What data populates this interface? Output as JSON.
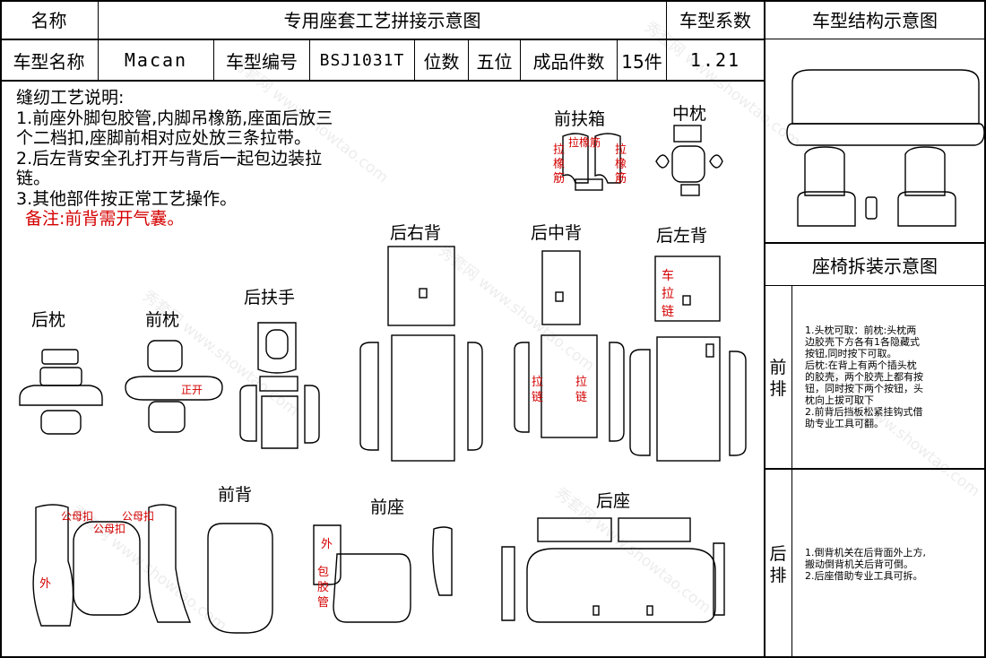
{
  "header": {
    "name_label": "名称",
    "title": "专用座套工艺拼接示意图",
    "factor_label": "车型系数",
    "structure_title": "车型结构示意图"
  },
  "info": {
    "model_name_label": "车型名称",
    "model_name": "Macan",
    "model_no_label": "车型编号",
    "model_no": "BSJ1031T",
    "seats_label": "位数",
    "seats": "五位",
    "pieces_label": "成品件数",
    "pieces": "15件",
    "factor": "1.21"
  },
  "notes": {
    "lines": [
      "缝纫工艺说明:",
      "1.前座外脚包胶管,内脚吊橡筋,座面后放三",
      "个二档扣,座脚前相对应处放三条拉带。",
      "2.后左背安全孔打开与背后一起包边装拉",
      "链。",
      "3.其他部件按正常工艺操作。"
    ],
    "remark": "备注:前背需开气囊。"
  },
  "parts": {
    "front_armrest": "前扶箱",
    "center_pillow": "中枕",
    "rear_right_back": "后右背",
    "rear_center_back": "后中背",
    "rear_left_back": "后左背",
    "rear_headrest": "后枕",
    "front_headrest": "前枕",
    "rear_armrest": "后扶手",
    "front_back": "前背",
    "front_seat": "前座",
    "rear_seat": "后座"
  },
  "annotations": {
    "elastic": "拉橡筋",
    "elastic_left": [
      "拉",
      "橡",
      "筋"
    ],
    "elastic_right": [
      "拉",
      "橡",
      "筋"
    ],
    "open_front": "正开",
    "zipper_vertical": [
      "拉",
      "链"
    ],
    "car_zip": [
      "车",
      "拉",
      "链"
    ],
    "snap": "公母扣",
    "outer": "外",
    "wrap_tube": [
      "包",
      "胶",
      "管"
    ]
  },
  "right_panel": {
    "disassembly_title": "座椅拆装示意图",
    "front_row_label": [
      "前",
      "排"
    ],
    "rear_row_label": [
      "后",
      "排"
    ],
    "front_row_notes": [
      "1.头枕可取：前枕:头枕两",
      "边胶壳下方各有1各隐藏式",
      "按钮,同时按下可取。",
      "后枕:在背上有两个插头枕",
      "的胶壳，两个胶壳上都有按",
      "钮，同时按下两个按钮，头",
      "枕向上拔可取下",
      "2.前背后挡板松紧挂钩式借",
      "助专业工具可翻。"
    ],
    "rear_row_notes": [
      "1.倒背机关在后背面外上方,",
      "搬动倒背机关后背可倒。",
      "2.后座借助专业工具可拆。"
    ]
  },
  "watermark": "秀套网 www.showtao.com",
  "colors": {
    "annotation_red": "#d40000",
    "line": "#000000"
  }
}
